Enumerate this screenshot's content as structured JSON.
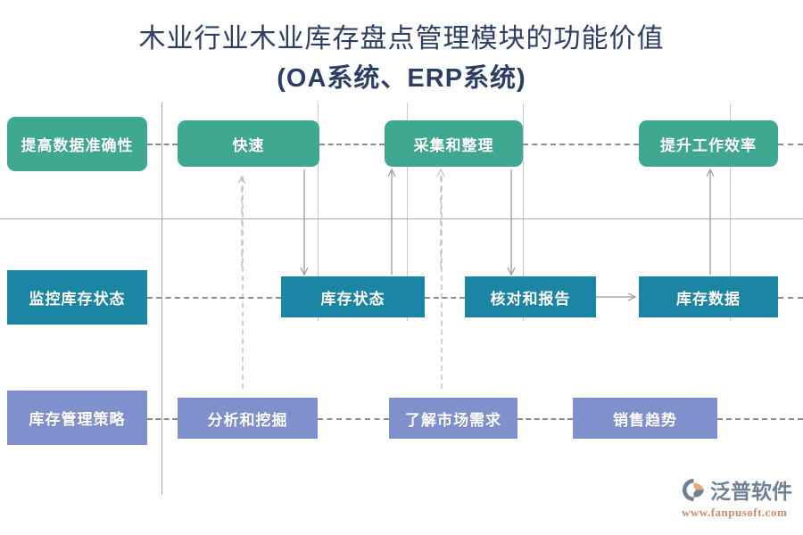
{
  "title": {
    "line1": "木业行业木业库存盘点管理模块的功能价值",
    "line2": "(OA系统、ERP系统)"
  },
  "colors": {
    "row1": "#3ea890",
    "row2": "#1b86a3",
    "row3": "#8090cc",
    "title": "#2c3e63",
    "rule": "#a9a9a9",
    "connector": "#9a9a9a",
    "logo_text": "#6f7f96",
    "logo_url": "#d08a6a"
  },
  "rows": [
    {
      "id": "row-accuracy",
      "label": "提高数据准确性",
      "theme": "green",
      "nodes": [
        {
          "label": "快速"
        },
        {
          "label": "采集和整理"
        },
        {
          "label": "提升工作效率"
        }
      ]
    },
    {
      "id": "row-monitor",
      "label": "监控库存状态",
      "theme": "teal",
      "nodes": [
        {
          "label": "库存状态"
        },
        {
          "label": "核对和报告"
        },
        {
          "label": "库存数据"
        }
      ]
    },
    {
      "id": "row-strategy",
      "label": "库存管理策略",
      "theme": "purple",
      "nodes": [
        {
          "label": "分析和挖掘"
        },
        {
          "label": "了解市场需求"
        },
        {
          "label": "销售趋势"
        }
      ]
    }
  ],
  "logo": {
    "brand": "泛普软件",
    "url": "www.fanpusoft.com"
  }
}
